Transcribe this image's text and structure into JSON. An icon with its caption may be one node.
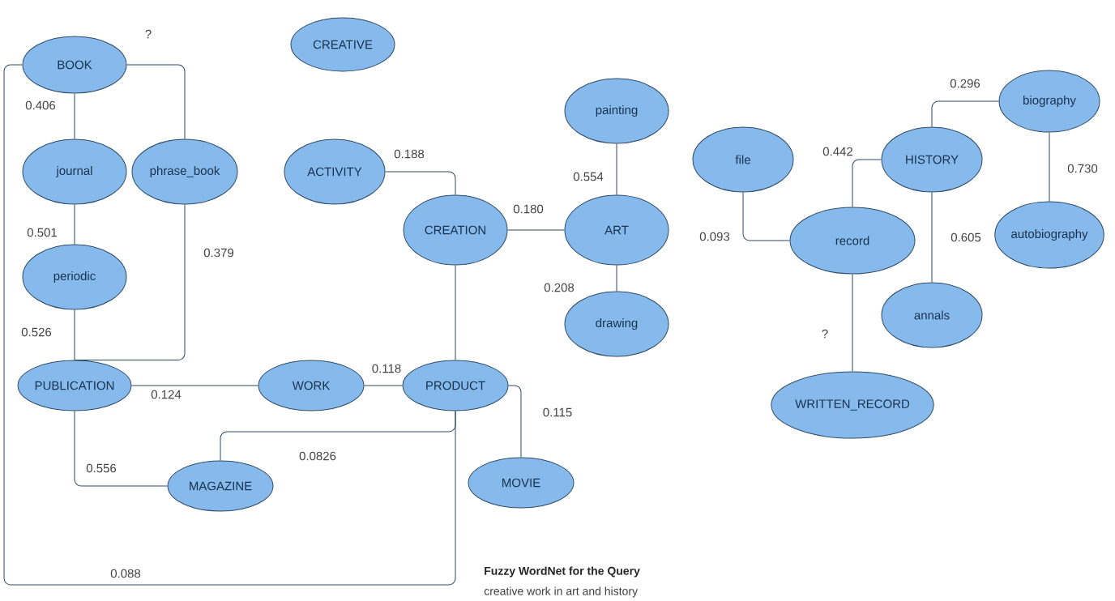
{
  "diagram": {
    "title": "Fuzzy WordNet for the Query",
    "caption": "creative work in art and history",
    "nodes": [
      {
        "text": [
          "BOOK"
        ]
      },
      {
        "text": [
          "CREATIVE"
        ]
      },
      {
        "text": [
          "journal"
        ]
      },
      {
        "text": [
          "phrase_book"
        ]
      },
      {
        "text": [
          "ACTIVITY"
        ]
      },
      {
        "text": [
          "painting"
        ]
      },
      {
        "text": [
          "file"
        ]
      },
      {
        "text": [
          "HISTORY"
        ]
      },
      {
        "text": [
          "biography"
        ]
      },
      {
        "text": [
          "autobiography"
        ]
      },
      {
        "text": [
          "CREATION"
        ]
      },
      {
        "text": [
          "ART"
        ]
      },
      {
        "text": [
          "record"
        ]
      },
      {
        "text": [
          "periodic"
        ]
      },
      {
        "text": [
          "drawing"
        ]
      },
      {
        "text": [
          "annals"
        ]
      },
      {
        "text": [
          "PUBLICATION"
        ]
      },
      {
        "text": [
          "WORK"
        ]
      },
      {
        "text": [
          "PRODUCT"
        ]
      },
      {
        "text": [
          "WRITTEN_RECORD"
        ]
      },
      {
        "text": [
          "MAGAZINE"
        ]
      },
      {
        "text": [
          "MOVIE"
        ]
      }
    ],
    "edges": [
      {
        "from": 0,
        "to": 2,
        "arrow": "none",
        "label": "0.406"
      },
      {
        "from": 0,
        "to": 3,
        "arrow": "none",
        "label": "?"
      },
      {
        "from": 0,
        "to": 18,
        "arrow": "none",
        "label": "0.088"
      },
      {
        "from": 2,
        "to": 13,
        "arrow": "none",
        "label": "0.501"
      },
      {
        "from": 13,
        "to": 16,
        "arrow": "none",
        "label": "0.526"
      },
      {
        "from": 3,
        "to": 16,
        "arrow": "none",
        "label": "0.379"
      },
      {
        "from": 16,
        "to": 17,
        "arrow": "none",
        "label": "0.124"
      },
      {
        "from": 16,
        "to": 20,
        "arrow": "none",
        "label": "0.556"
      },
      {
        "from": 17,
        "to": 18,
        "arrow": "none",
        "label": "0.118"
      },
      {
        "from": 18,
        "to": 20,
        "arrow": "none",
        "label": "0.0826"
      },
      {
        "from": 18,
        "to": 21,
        "arrow": "none",
        "label": "0.115"
      },
      {
        "from": 10,
        "to": 18,
        "arrow": "none"
      },
      {
        "from": 4,
        "to": 10,
        "arrow": "none",
        "label": "0.188"
      },
      {
        "from": 10,
        "to": 11,
        "arrow": "none",
        "label": "0.180"
      },
      {
        "from": 5,
        "to": 11,
        "arrow": "none",
        "label": "0.554"
      },
      {
        "from": 11,
        "to": 14,
        "arrow": "none",
        "label": "0.208"
      },
      {
        "from": 6,
        "to": 12,
        "arrow": "none",
        "label": "0.093"
      },
      {
        "from": 12,
        "to": 7,
        "arrow": "none",
        "label": "0.442"
      },
      {
        "from": 7,
        "to": 8,
        "arrow": "none",
        "label": "0.296"
      },
      {
        "from": 8,
        "to": 9,
        "arrow": "none",
        "label": "0.730"
      },
      {
        "from": 7,
        "to": 15,
        "arrow": "none",
        "label": "0.605"
      },
      {
        "from": 12,
        "to": 19,
        "arrow": "none",
        "label": "?"
      }
    ]
  }
}
